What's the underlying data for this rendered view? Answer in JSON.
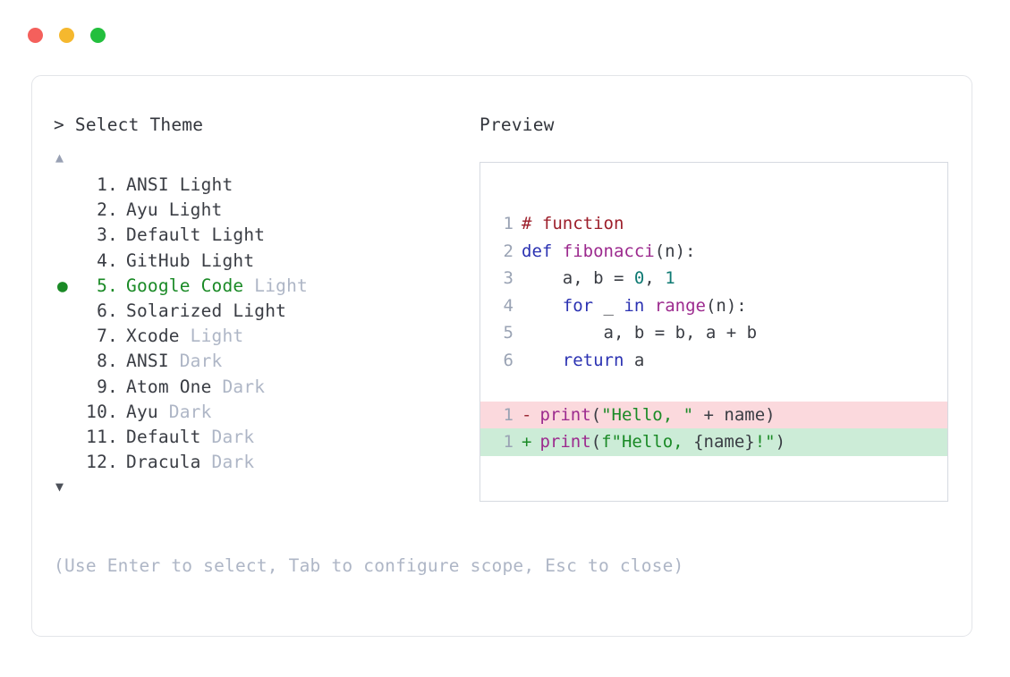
{
  "window": {
    "dots": [
      {
        "name": "close",
        "color": "#f4605c"
      },
      {
        "name": "minimize",
        "color": "#f5b82e"
      },
      {
        "name": "maximize",
        "color": "#23bf3d"
      }
    ]
  },
  "prompt": {
    "chevron": ">",
    "title": "Select Theme",
    "scroll_up": "▲",
    "scroll_down": "▼",
    "selected_index": 5,
    "marker": "●",
    "items": [
      {
        "index": "1.",
        "name": "ANSI Light",
        "variant": "",
        "selected": false
      },
      {
        "index": "2.",
        "name": "Ayu Light",
        "variant": "",
        "selected": false
      },
      {
        "index": "3.",
        "name": "Default Light",
        "variant": "",
        "selected": false
      },
      {
        "index": "4.",
        "name": "GitHub Light",
        "variant": "",
        "selected": false
      },
      {
        "index": "5.",
        "name": "Google Code",
        "variant": "Light",
        "selected": true
      },
      {
        "index": "6.",
        "name": "Solarized Light",
        "variant": "",
        "selected": false
      },
      {
        "index": "7.",
        "name": "Xcode",
        "variant": "Light",
        "selected": false
      },
      {
        "index": "8.",
        "name": "ANSI",
        "variant": "Dark",
        "selected": false
      },
      {
        "index": "9.",
        "name": "Atom One",
        "variant": "Dark",
        "selected": false
      },
      {
        "index": "10.",
        "name": "Ayu",
        "variant": "Dark",
        "selected": false
      },
      {
        "index": "11.",
        "name": "Default",
        "variant": "Dark",
        "selected": false
      },
      {
        "index": "12.",
        "name": "Dracula",
        "variant": "Dark",
        "selected": false
      }
    ],
    "help": "(Use Enter to select, Tab to configure scope, Esc to close)"
  },
  "preview": {
    "title": "Preview",
    "code_lines": [
      {
        "ln": "1",
        "tokens": [
          {
            "t": "# function",
            "c": "comment"
          }
        ]
      },
      {
        "ln": "2",
        "tokens": [
          {
            "t": "def ",
            "c": "keyword"
          },
          {
            "t": "fibonacci",
            "c": "func"
          },
          {
            "t": "(n):",
            "c": "plain"
          }
        ]
      },
      {
        "ln": "3",
        "tokens": [
          {
            "t": "    a, b = ",
            "c": "plain"
          },
          {
            "t": "0",
            "c": "number"
          },
          {
            "t": ", ",
            "c": "plain"
          },
          {
            "t": "1",
            "c": "number"
          }
        ]
      },
      {
        "ln": "4",
        "tokens": [
          {
            "t": "    ",
            "c": "plain"
          },
          {
            "t": "for ",
            "c": "keyword"
          },
          {
            "t": "_ ",
            "c": "plain"
          },
          {
            "t": "in ",
            "c": "keyword"
          },
          {
            "t": "range",
            "c": "func"
          },
          {
            "t": "(n):",
            "c": "plain"
          }
        ]
      },
      {
        "ln": "5",
        "tokens": [
          {
            "t": "        a, b = b, a + b",
            "c": "plain"
          }
        ]
      },
      {
        "ln": "6",
        "tokens": [
          {
            "t": "    ",
            "c": "plain"
          },
          {
            "t": "return ",
            "c": "keyword"
          },
          {
            "t": "a",
            "c": "plain"
          }
        ]
      }
    ],
    "diff_lines": [
      {
        "ln": "1",
        "mark": "-",
        "kind": "del",
        "tokens": [
          {
            "t": "print",
            "c": "func"
          },
          {
            "t": "(",
            "c": "plain"
          },
          {
            "t": "\"Hello, \"",
            "c": "string"
          },
          {
            "t": " + name)",
            "c": "plain"
          }
        ]
      },
      {
        "ln": "1",
        "mark": "+",
        "kind": "add",
        "tokens": [
          {
            "t": "print",
            "c": "func"
          },
          {
            "t": "(",
            "c": "plain"
          },
          {
            "t": "f\"Hello, ",
            "c": "string"
          },
          {
            "t": "{name}",
            "c": "plain"
          },
          {
            "t": "!\"",
            "c": "string"
          },
          {
            "t": ")",
            "c": "plain"
          }
        ]
      }
    ]
  },
  "colors": {
    "accent_green": "#1a8a26",
    "muted": "#aeb6c6",
    "text": "#3a3d44",
    "border": "#e3e5e9",
    "panel_border": "#d6dae1",
    "diff_del_bg": "#fbd9dd",
    "diff_add_bg": "#ccecd7"
  }
}
